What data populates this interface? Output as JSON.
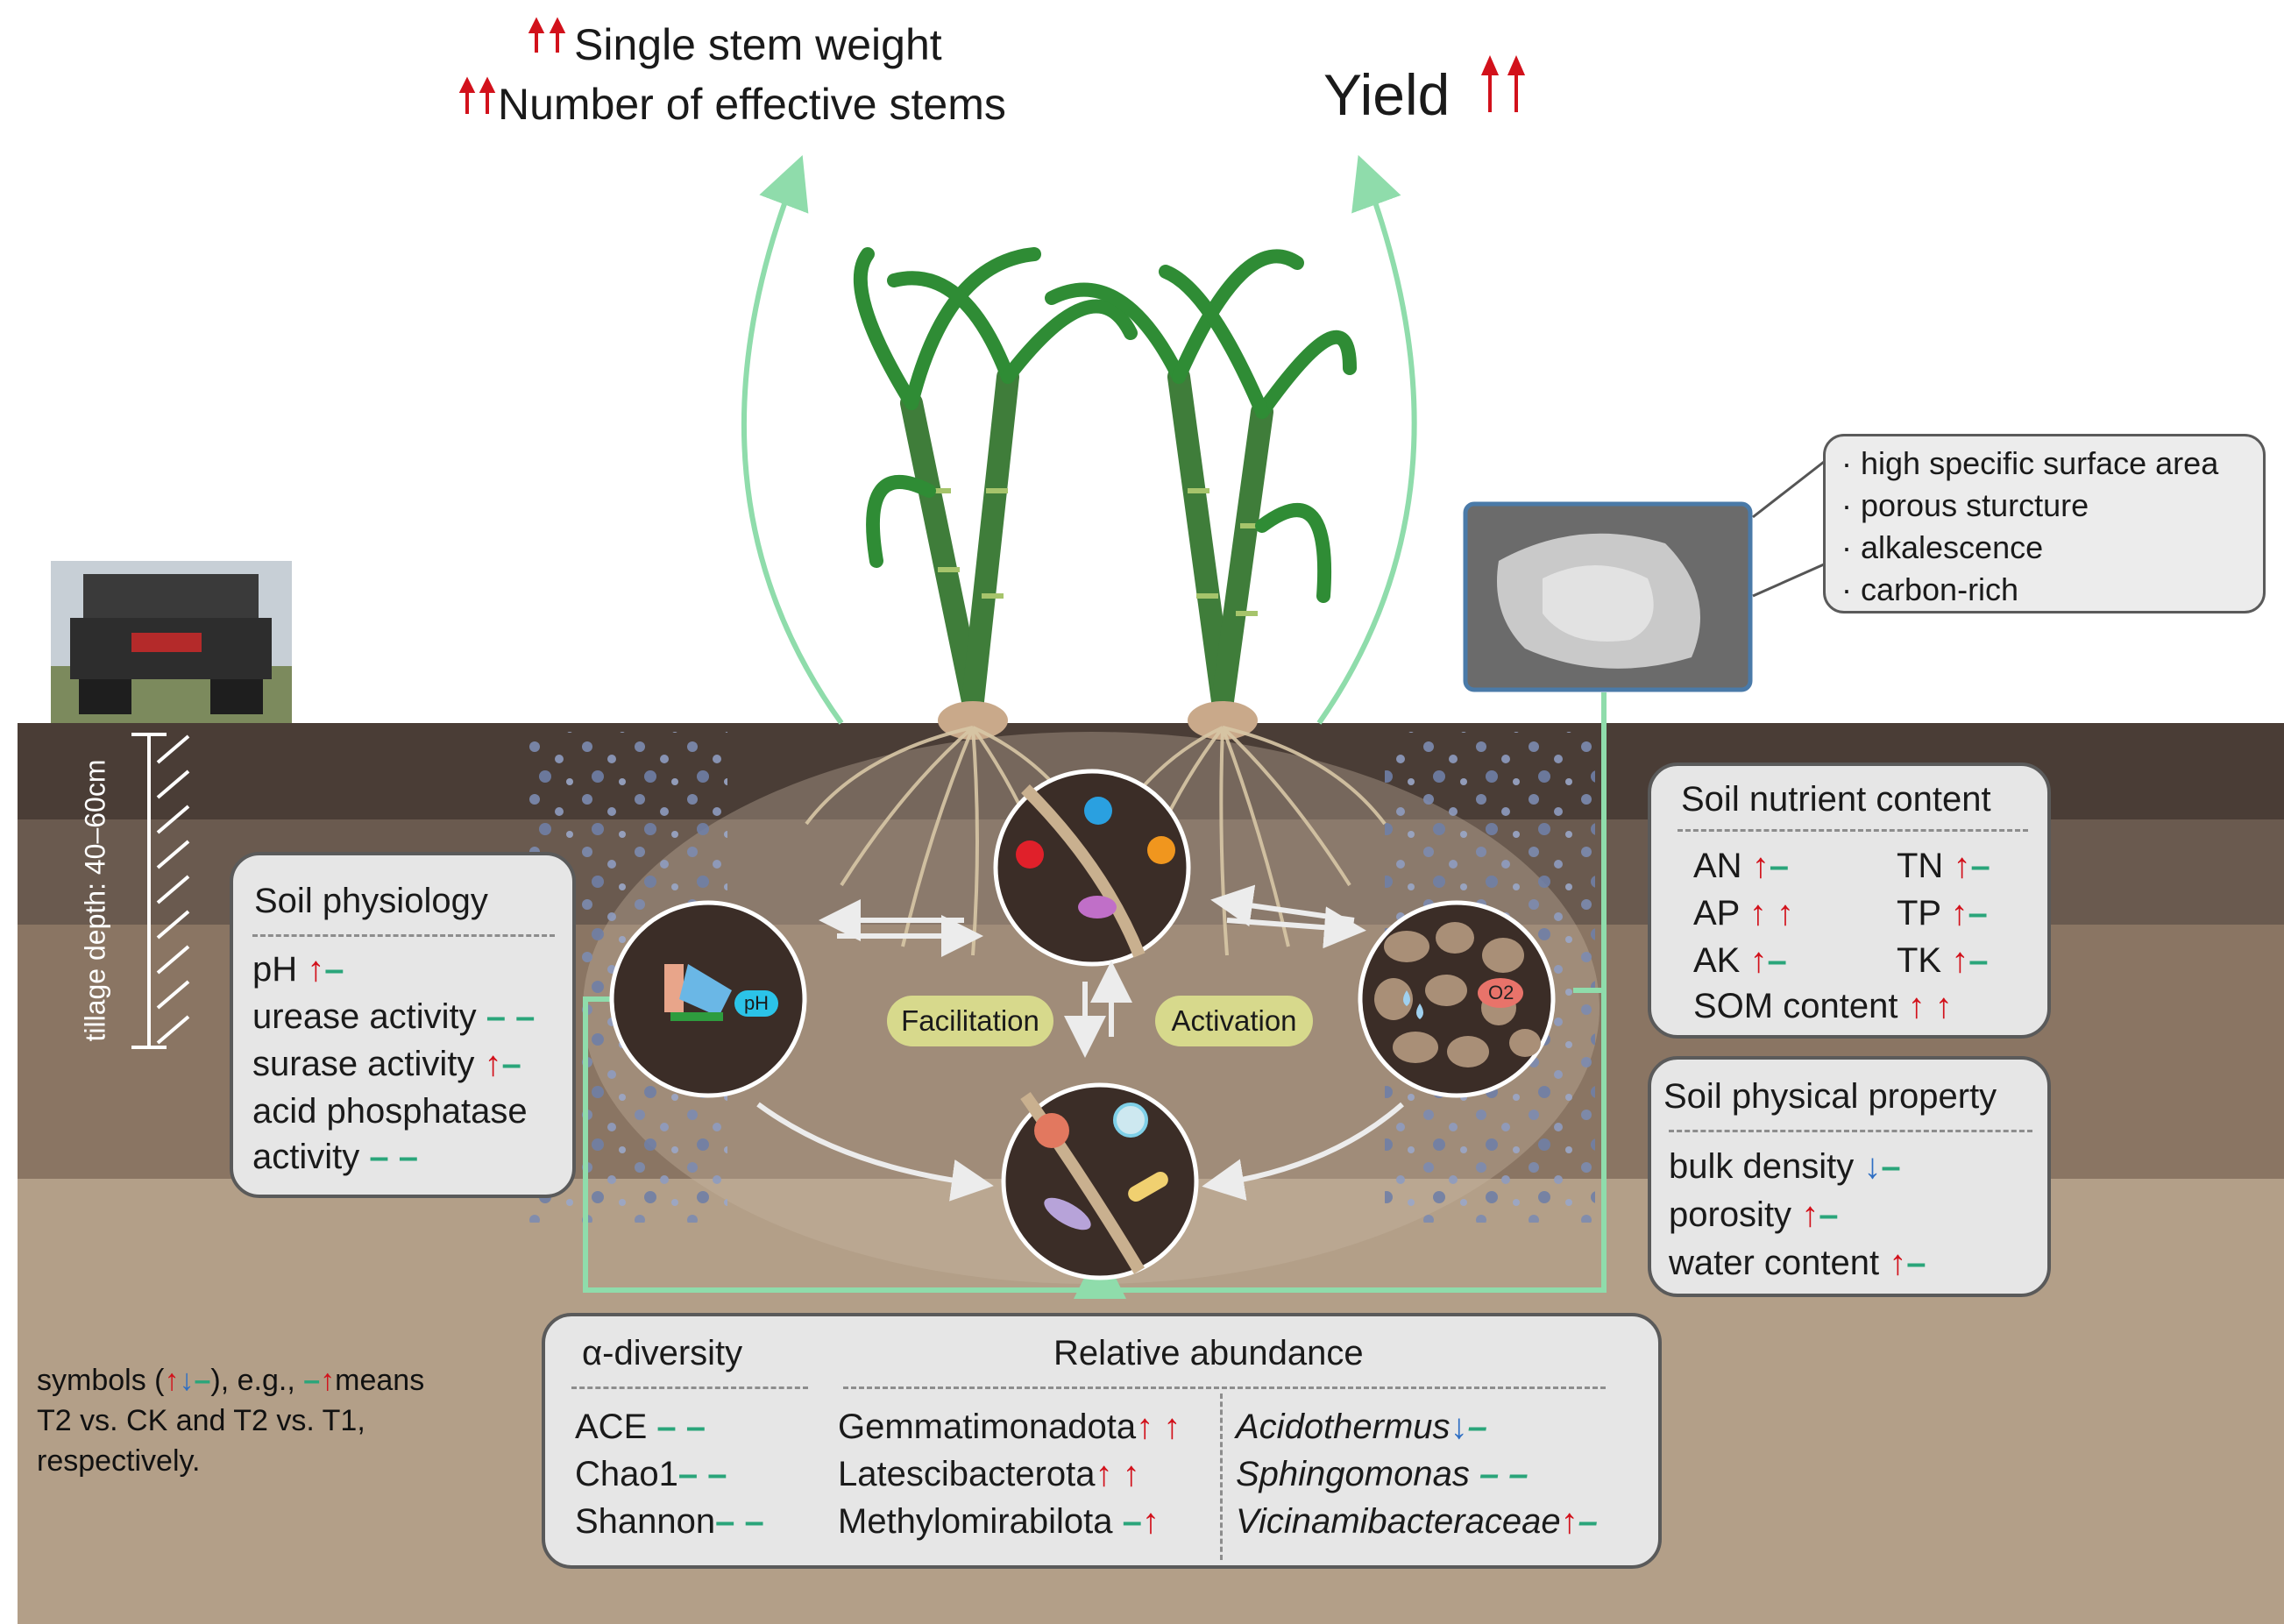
{
  "top": {
    "single_stem_weight": "Single stem weight",
    "effective_stems": "Number of effective stems",
    "yield": "Yield"
  },
  "machine": {
    "tillage_depth": "tillage depth: 40–60cm"
  },
  "biochar": {
    "props": [
      "high specific surface area",
      "porous sturcture",
      "alkalescence",
      "carbon-rich"
    ]
  },
  "physiology": {
    "title": "Soil physiology",
    "items": [
      {
        "label": "pH",
        "sym": [
          "up",
          "eq"
        ]
      },
      {
        "label": "urease activity",
        "sym": [
          "eq",
          "eq"
        ]
      },
      {
        "label": "surase activity",
        "sym": [
          "up",
          "eq"
        ]
      },
      {
        "label": "acid phosphatase",
        "sym": []
      },
      {
        "label": "activity",
        "sym": [
          "eq",
          "eq"
        ]
      }
    ]
  },
  "nutrient": {
    "title": "Soil nutrient content",
    "items": [
      {
        "label": "AN",
        "sym": [
          "up",
          "eq"
        ]
      },
      {
        "label": "TN",
        "sym": [
          "up",
          "eq"
        ]
      },
      {
        "label": "AP",
        "sym": [
          "up",
          "up"
        ]
      },
      {
        "label": "TP",
        "sym": [
          "up",
          "eq"
        ]
      },
      {
        "label": "AK",
        "sym": [
          "up",
          "eq"
        ]
      },
      {
        "label": "TK",
        "sym": [
          "up",
          "eq"
        ]
      },
      {
        "label": "SOM content",
        "sym": [
          "up",
          "up"
        ]
      }
    ]
  },
  "physical": {
    "title": "Soil physical property",
    "items": [
      {
        "label": "bulk density",
        "sym": [
          "dn",
          "eq"
        ]
      },
      {
        "label": "porosity",
        "sym": [
          "up",
          "eq"
        ]
      },
      {
        "label": "water content",
        "sym": [
          "up",
          "eq"
        ]
      }
    ]
  },
  "center": {
    "facilitation": "Facilitation",
    "activation": "Activation",
    "ph": "pH",
    "o2": "O2"
  },
  "microbe": {
    "alpha_title": "α-diversity",
    "rel_title": "Relative abundance",
    "alpha": [
      {
        "label": "ACE",
        "sym": [
          "eq",
          "eq"
        ]
      },
      {
        "label": "Chao1",
        "sym": [
          "eq",
          "eq"
        ]
      },
      {
        "label": "Shannon",
        "sym": [
          "eq",
          "eq"
        ]
      }
    ],
    "phyla": [
      {
        "label": "Gemmatimonadota",
        "sym": [
          "up",
          "up"
        ]
      },
      {
        "label": "Latescibacterota",
        "sym": [
          "up",
          "up"
        ]
      },
      {
        "label": "Methylomirabilota",
        "sym": [
          "eq",
          "up"
        ]
      }
    ],
    "genera": [
      {
        "label": "Acidothermus",
        "sym": [
          "dn",
          "eq"
        ]
      },
      {
        "label": "Sphingomonas",
        "sym": [
          "eq",
          "eq"
        ]
      },
      {
        "label": "Vicinamibacteraceae",
        "sym": [
          "up",
          "eq"
        ]
      }
    ]
  },
  "legend": {
    "line1": "symbols (",
    "line1b": "), e.g.,",
    "line1c": "means",
    "line2": "T2 vs. CK and T2 vs. T1,",
    "line3": "respectively."
  }
}
